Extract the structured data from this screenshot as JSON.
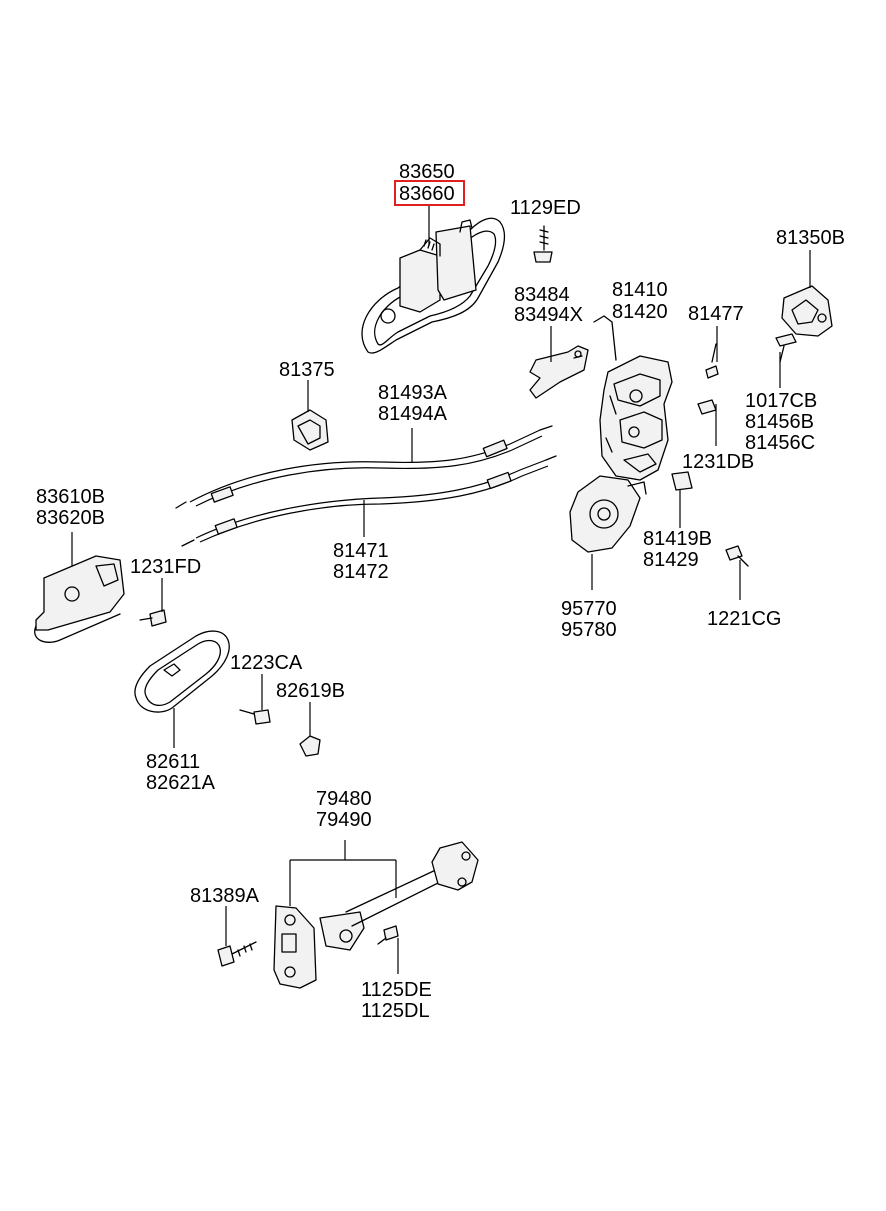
{
  "highlight_color": "#e02020",
  "highlighted_part": "83660",
  "labels": {
    "p83650": "83650",
    "p83660": "83660",
    "p1129ED": "1129ED",
    "p81350B": "81350B",
    "p83484": "83484",
    "p83494X": "83494X",
    "p81410": "81410",
    "p81420": "81420",
    "p81477": "81477",
    "p1017CB": "1017CB",
    "p81456B": "81456B",
    "p81456C": "81456C",
    "p81375": "81375",
    "p81493A": "81493A",
    "p81494A": "81494A",
    "p1231DB": "1231DB",
    "p83610B": "83610B",
    "p83620B": "83620B",
    "p81471": "81471",
    "p81472": "81472",
    "p81419B": "81419B",
    "p81429": "81429",
    "p1231FD": "1231FD",
    "p95770": "95770",
    "p95780": "95780",
    "p1221CG": "1221CG",
    "p1223CA": "1223CA",
    "p82619B": "82619B",
    "p82611": "82611",
    "p82621A": "82621A",
    "p79480": "79480",
    "p79490": "79490",
    "p81389A": "81389A",
    "p1125DE": "1125DE",
    "p1125DL": "1125DL"
  }
}
